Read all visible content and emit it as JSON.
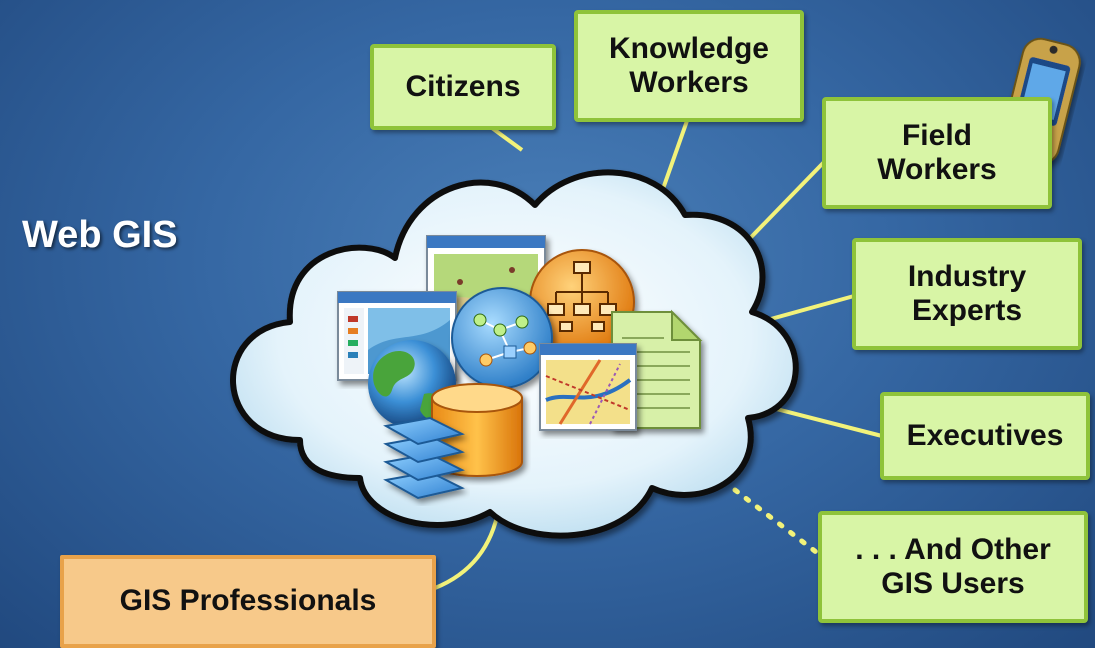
{
  "title": "Web GIS",
  "users": [
    {
      "id": "citizens",
      "label": "Citizens"
    },
    {
      "id": "knowledge-workers",
      "label": "Knowledge\nWorkers"
    },
    {
      "id": "field-workers",
      "label": "Field\nWorkers"
    },
    {
      "id": "industry-experts",
      "label": "Industry\nExperts"
    },
    {
      "id": "executives",
      "label": "Executives"
    },
    {
      "id": "other-gis-users",
      "label": ". . . And Other\nGIS Users"
    }
  ],
  "professionals": {
    "label": "GIS Professionals"
  },
  "colors": {
    "background": "#3567a3",
    "box_fill": "#d8f5a6",
    "box_border": "#8fc33a",
    "pro_fill": "#f7c98a",
    "pro_border": "#e8a24a",
    "connector": "#f2f27a"
  },
  "icons": [
    "cloud-icon",
    "globe-icon",
    "database-icon",
    "layers-icon",
    "map-window-icon",
    "org-chart-icon",
    "document-icon",
    "workflow-icon",
    "gps-device-icon"
  ]
}
